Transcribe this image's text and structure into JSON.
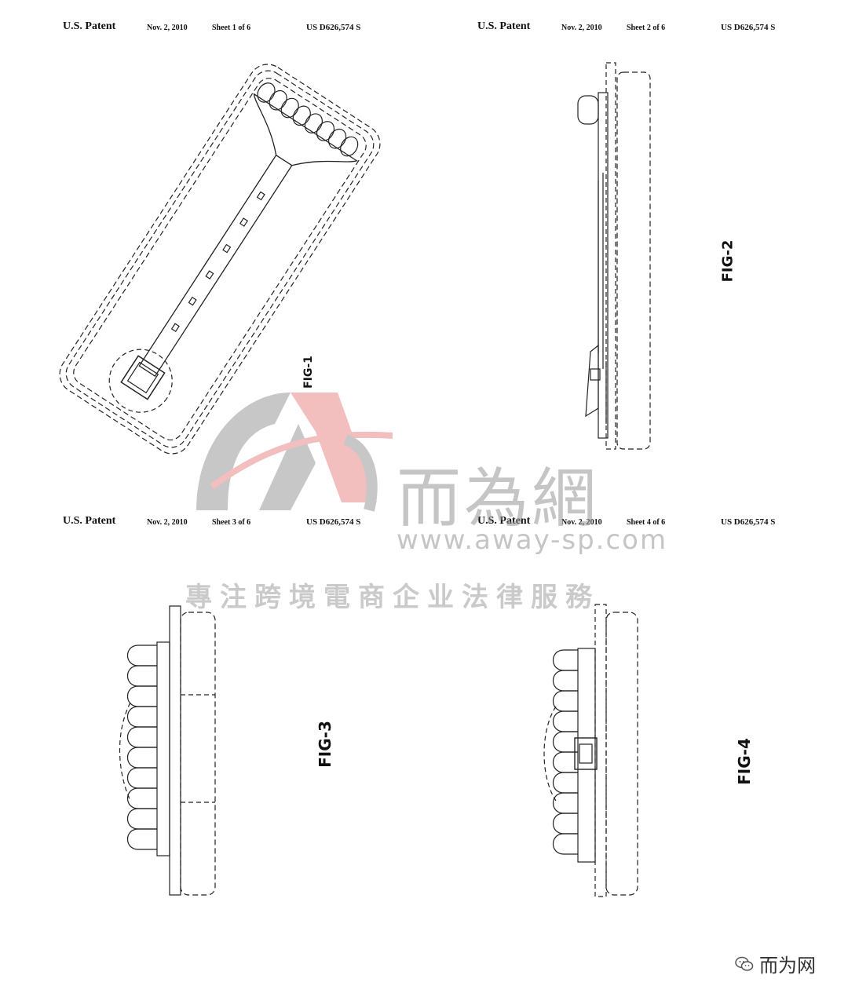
{
  "sheets": [
    {
      "patent": "U.S. Patent",
      "date": "Nov. 2, 2010",
      "sheet": "Sheet 1 of 6",
      "number": "US D626,574 S",
      "figure": "FIG-1"
    },
    {
      "patent": "U.S. Patent",
      "date": "Nov. 2, 2010",
      "sheet": "Sheet 2 of 6",
      "number": "US D626,574 S",
      "figure": "FIG-2"
    },
    {
      "patent": "U.S. Patent",
      "date": "Nov. 2, 2010",
      "sheet": "Sheet 3 of 6",
      "number": "US D626,574 S",
      "figure": "FIG-3"
    },
    {
      "patent": "U.S. Patent",
      "date": "Nov. 2, 2010",
      "sheet": "Sheet 4 of 6",
      "number": "US D626,574 S",
      "figure": "FIG-4"
    }
  ],
  "watermark": {
    "name": "而為網",
    "url": "www.away-sp.com",
    "slogan": "專注跨境電商企业法律服務"
  },
  "brand": {
    "label": "而为网",
    "icon": "wechat-icon"
  },
  "colors": {
    "line": "#222222",
    "watermark_red": "#e88a8a",
    "watermark_gray": "#9a9a9a"
  }
}
